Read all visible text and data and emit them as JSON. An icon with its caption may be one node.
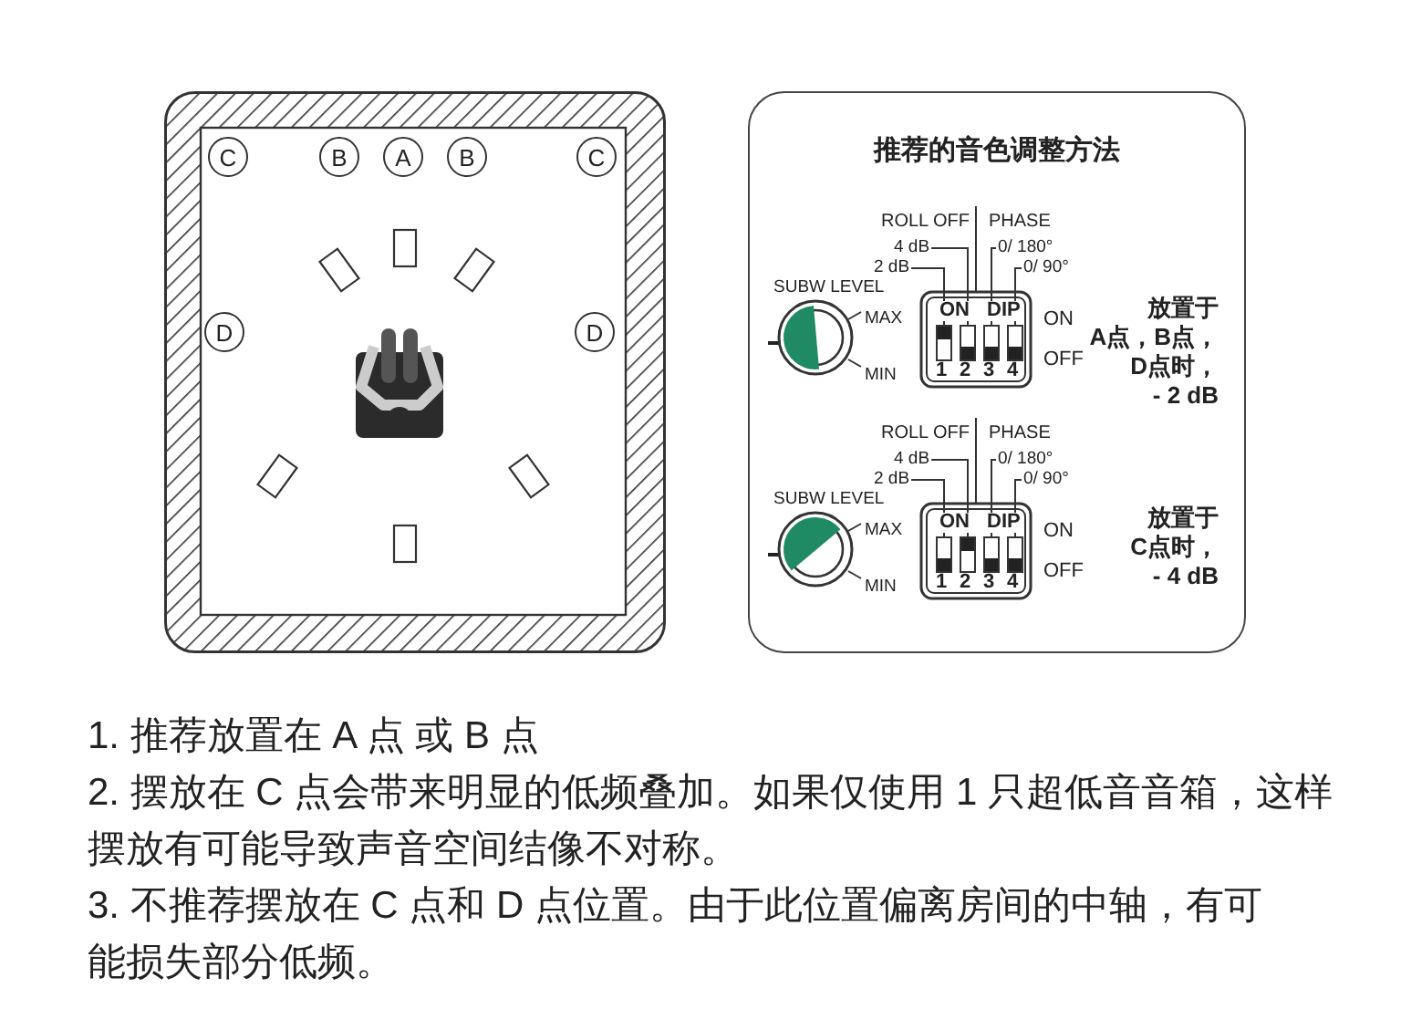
{
  "diagram": {
    "nodes": [
      {
        "text": [],
        "shape": "box"
      },
      {
        "text": [
          "C"
        ],
        "in": 0
      },
      {
        "text": [
          "B"
        ],
        "in": 0
      },
      {
        "text": [
          "A"
        ],
        "in": 0
      },
      {
        "text": [
          "B"
        ],
        "in": 0
      },
      {
        "text": [
          "C"
        ],
        "in": 0
      },
      {
        "text": [
          "D"
        ],
        "in": 0
      },
      {
        "text": [
          "D"
        ],
        "in": 0
      },
      {
        "text": [
          "推荐的音色调整方法"
        ]
      },
      {
        "text": [
          "4 dB"
        ],
        "in": 8
      },
      {
        "text": [
          "0/ 180°"
        ],
        "in": 8
      },
      {
        "text": [
          "2 dB"
        ],
        "in": 8
      },
      {
        "text": [
          "0/ 90°"
        ],
        "in": 8
      },
      {
        "text": [],
        "shape": "bar",
        "in": 8
      },
      {
        "text": [],
        "shape": "bar",
        "in": 8
      },
      {
        "text": [],
        "shape": "bar",
        "in": 8
      },
      {
        "text": [],
        "shape": "bar",
        "in": 8
      },
      {
        "text": [
          "4 dB"
        ],
        "in": 8
      },
      {
        "text": [
          "0/ 180°"
        ],
        "in": 8
      },
      {
        "text": [
          "2 dB"
        ],
        "in": 8
      },
      {
        "text": [
          "0/ 90°"
        ],
        "in": 8
      },
      {
        "text": [],
        "shape": "bar",
        "in": 8
      },
      {
        "text": [],
        "shape": "bar",
        "in": 8
      },
      {
        "text": [],
        "shape": "bar",
        "in": 8
      },
      {
        "text": [],
        "shape": "bar",
        "in": 8
      }
    ],
    "edges": [
      {
        "from": 9,
        "to": 14,
        "arrow": "none"
      },
      {
        "from": 10,
        "to": 15,
        "arrow": "none"
      },
      {
        "from": 11,
        "to": 13,
        "arrow": "none"
      },
      {
        "from": 12,
        "to": 16,
        "arrow": "none"
      },
      {
        "from": 17,
        "to": 22,
        "arrow": "none"
      },
      {
        "from": 18,
        "to": 23,
        "arrow": "none"
      },
      {
        "from": 19,
        "to": 21,
        "arrow": "none"
      },
      {
        "from": 20,
        "to": 24,
        "arrow": "none"
      }
    ],
    "labels": [
      "ROLL OFF",
      "PHASE",
      "SUBW LEVEL",
      "MAX",
      "ON",
      "DIP",
      "ON",
      "MIN",
      "1",
      "2",
      "3",
      "4",
      "OFF",
      "放置于",
      "A点，B点，",
      "D点时，",
      "- 2 dB",
      "ROLL OFF",
      "PHASE",
      "SUBW LEVEL",
      "MAX",
      "ON",
      "DIP",
      "ON",
      "MIN",
      "1",
      "2",
      "3",
      "4",
      "OFF",
      "放置于",
      "C点时，",
      "- 4 dB",
      "1. 推荐放置在 A 点 或 B 点",
      "2. 摆放在 C 点会带来明显的低频叠加。如果仅使用 1 只超低音音箱，这样摆放有可能导致声音空间结像不对称。",
      "3. 不推荐摆放在 C 点和 D 点位置。由于此位置偏离房间的中轴，有可能损失部分低频。"
    ]
  }
}
